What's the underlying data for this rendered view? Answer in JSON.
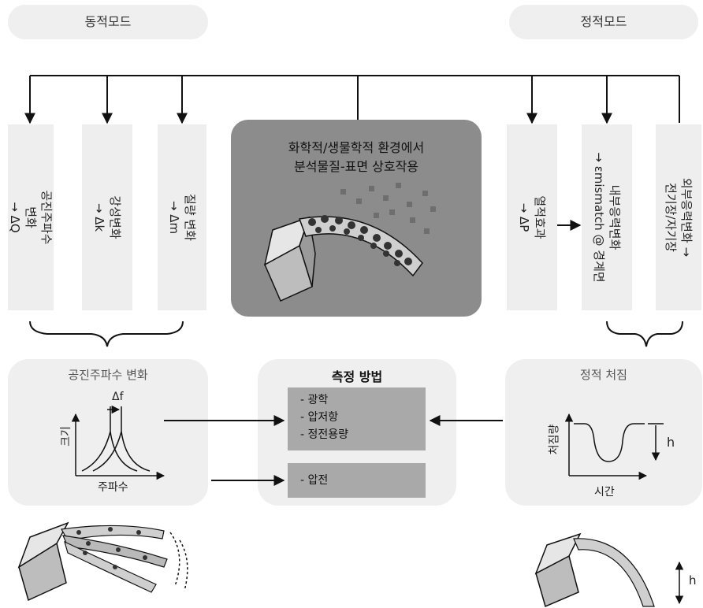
{
  "header": {
    "dynamic_mode": "동적모드",
    "static_mode": "정적모드"
  },
  "columns": {
    "resonance": [
      "공진주파수",
      "변화",
      "→ ΔQ"
    ],
    "stiffness": [
      "강성변화",
      "→ Δk"
    ],
    "mass": [
      "질량 변화",
      "→ Δm"
    ],
    "thermal": [
      "열적효과",
      "→ ΔP"
    ],
    "internal_stress": [
      "내부응력변화",
      "→ εmismatch @ 경계면"
    ],
    "external_stress": [
      "외부응력변화 →",
      "전기장/자기장"
    ]
  },
  "center": {
    "line1": "화학적/생물학적 환경에서",
    "line2": "분석물질-표면 상호작용"
  },
  "left_panel": {
    "title": "공진주파수 변화",
    "delta_f": "Δf",
    "ylabel": "크기",
    "xlabel": "주파수"
  },
  "method_panel": {
    "title": "측정 방법",
    "items": [
      "- 광학",
      "- 압저항",
      "- 정전용량"
    ],
    "piezo": "- 압전"
  },
  "right_panel": {
    "title": "정적 처짐",
    "ylabel": "처짐량",
    "xlabel": "시간",
    "h_label": "h"
  },
  "bottom": {
    "h_label": "h"
  }
}
